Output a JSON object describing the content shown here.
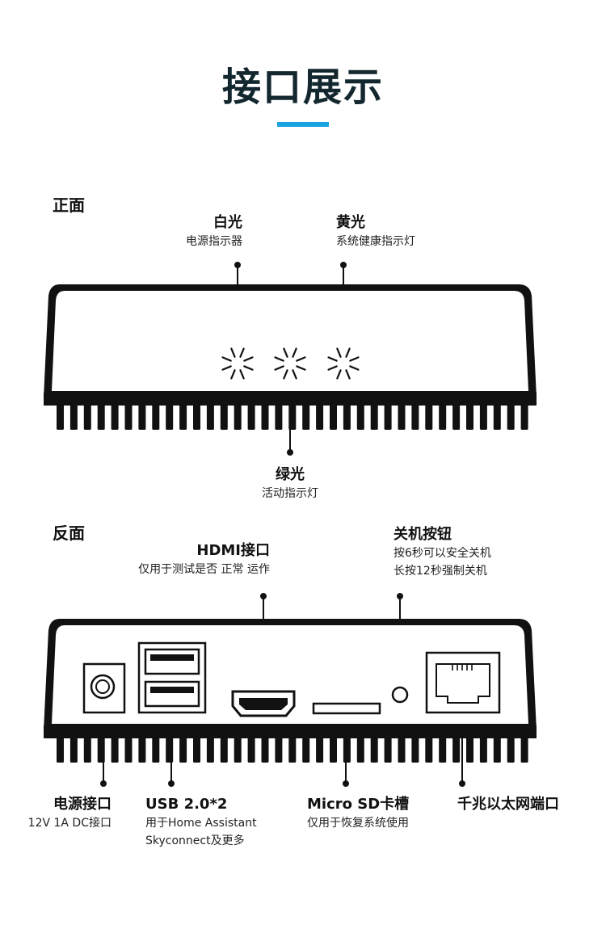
{
  "page": {
    "title": "接口展示",
    "accent_color": "#1aa3e0",
    "title_color": "#13282e"
  },
  "front": {
    "section_label": "正面",
    "labels": {
      "white_light": {
        "title": "白光",
        "desc": "电源指示器"
      },
      "yellow_light": {
        "title": "黄光",
        "desc": "系统健康指示灯"
      },
      "green_light": {
        "title": "绿光",
        "desc": "活动指示灯"
      }
    }
  },
  "back": {
    "section_label": "反面",
    "labels": {
      "hdmi": {
        "title": "HDMI接口",
        "desc": "仅用于测试是否 正常 运作"
      },
      "power_button": {
        "title": "关机按钮",
        "desc_lines": [
          "按6秒可以安全关机",
          "长按12秒强制关机"
        ]
      },
      "power_port": {
        "title": "电源接口",
        "desc": "12V 1A DC接口"
      },
      "usb": {
        "title": "USB 2.0*2",
        "desc_lines": [
          "用于Home Assistant",
          "Skyconnect及更多"
        ]
      },
      "microsd": {
        "title": "Micro SD卡槽",
        "desc": "仅用于恢复系统使用"
      },
      "ethernet": {
        "title": "千兆以太网端口"
      }
    }
  },
  "icons": {
    "front_device": "device-front-illustration",
    "back_device": "device-back-illustration",
    "led": "led-glow-icon",
    "dc_port": "dc-port-icon",
    "usb_port": "usb-port-icon",
    "hdmi_port": "hdmi-port-icon",
    "sd_slot": "sd-slot-icon",
    "button": "power-button-icon",
    "rj45": "ethernet-port-icon"
  }
}
